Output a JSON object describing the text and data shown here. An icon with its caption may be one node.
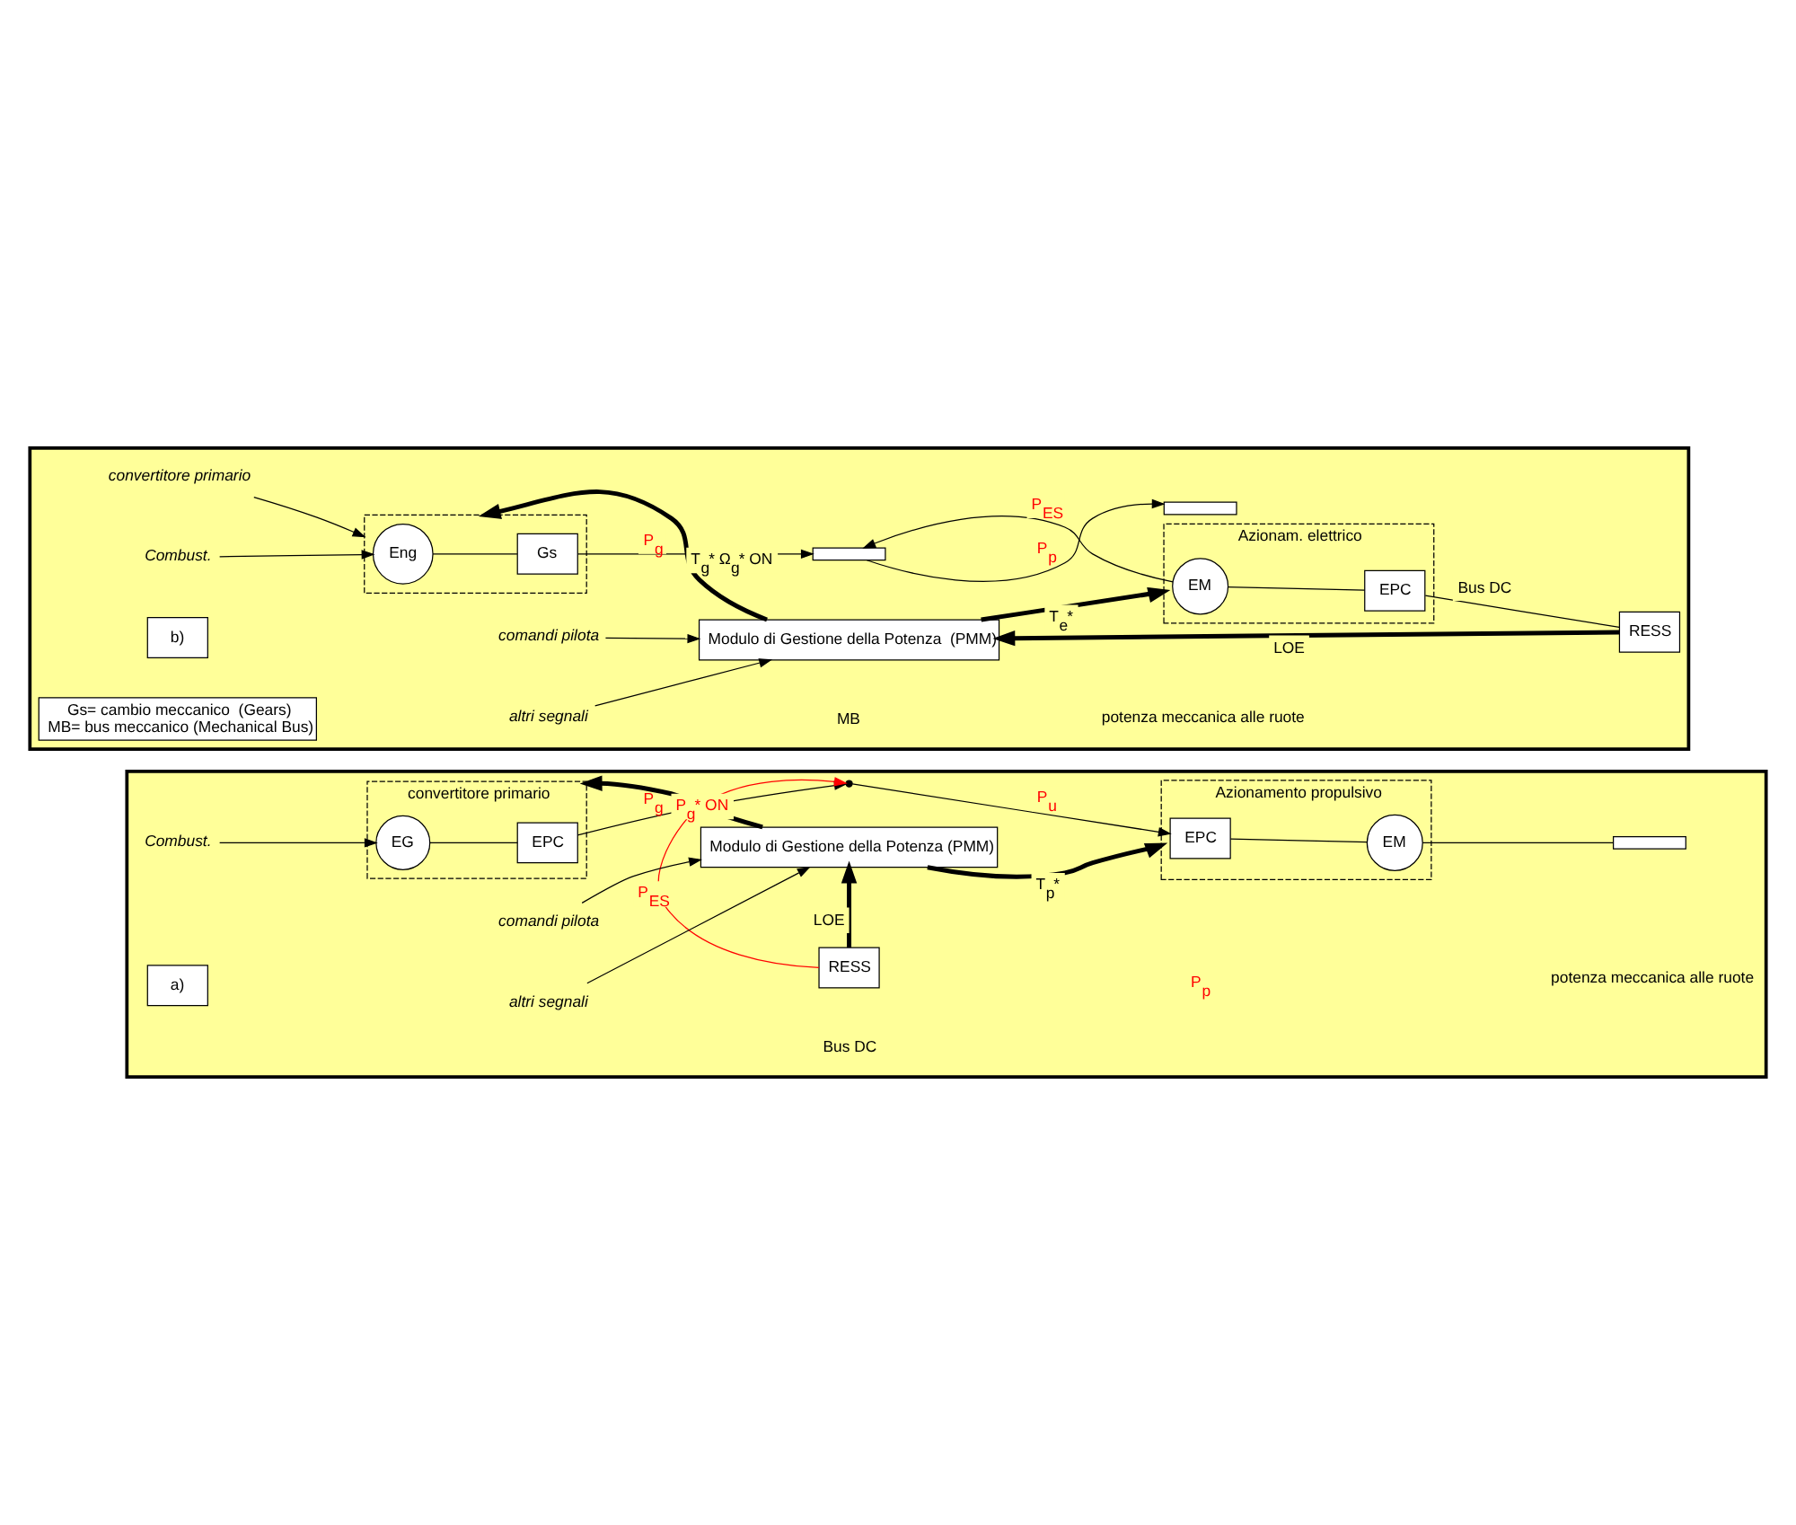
{
  "diagram": {
    "nodes": [
      {
        "text": [],
        "shape": "box"
      },
      {
        "text": [
          "convertitore primario"
        ],
        "in": 0
      },
      {
        "text": [
          "EG"
        ],
        "in": 1
      },
      {
        "text": [
          "EPC"
        ],
        "in": 1
      },
      {
        "text": [
          "Combust."
        ],
        "in": 0
      },
      {
        "text": [],
        "shape": "point",
        "in": 0
      },
      {
        "text": [
          "RESS"
        ],
        "in": 0
      },
      {
        "text": [
          "Azionamento propulsivo"
        ],
        "in": 0
      },
      {
        "text": [
          "EPC"
        ],
        "in": 7
      },
      {
        "text": [
          "EM"
        ],
        "in": 7
      },
      {
        "text": [],
        "shape": "bar",
        "in": 0
      },
      {
        "text": [
          "Modulo di Gestione della Potenza (PMM)"
        ],
        "in": 0
      },
      {
        "text": [
          "comandi pilota"
        ],
        "in": 0
      },
      {
        "text": [
          "altri segnali"
        ],
        "in": 0
      },
      {
        "text": [
          "a)"
        ],
        "in": 0
      },
      {
        "text": [],
        "shape": "box"
      },
      {
        "text": [],
        "shape": "box",
        "in": 15
      },
      {
        "text": [
          "convertitore primario"
        ],
        "in": 15
      },
      {
        "text": [
          "Eng"
        ],
        "in": 16
      },
      {
        "text": [
          "Gs"
        ],
        "in": 16
      },
      {
        "text": [
          "Combust."
        ],
        "in": 15
      },
      {
        "text": [],
        "shape": "bar",
        "in": 15
      },
      {
        "text": [],
        "shape": "bar",
        "in": 15
      },
      {
        "text": [
          "Azionam. elettrico"
        ],
        "in": 15
      },
      {
        "text": [
          "EM"
        ],
        "in": 23
      },
      {
        "text": [
          "EPC"
        ],
        "in": 23
      },
      {
        "text": [
          "RESS"
        ],
        "in": 15
      },
      {
        "text": [
          "Modulo di Gestione della Potenza  (PMM)"
        ],
        "in": 15
      },
      {
        "text": [
          "comandi pilota"
        ],
        "in": 15
      },
      {
        "text": [
          "altri segnali"
        ],
        "in": 15
      },
      {
        "text": [
          "b)"
        ],
        "in": 15
      },
      {
        "text": [
          "Gs= cambio meccanico  (Gears)",
          "MB= bus meccanico (Mechanical Bus)"
        ],
        "in": 15
      }
    ],
    "edges": [
      {
        "from": 4,
        "to": 2,
        "arrow": "to"
      },
      {
        "from": 2,
        "to": 3,
        "arrow": "none"
      },
      {
        "from": 3,
        "to": 5,
        "arrow": "to",
        "label": "P$_{g}$"
      },
      {
        "from": 5,
        "to": 8,
        "arrow": "to",
        "label": "P$_{u}$"
      },
      {
        "from": 6,
        "to": 5,
        "arrow": "to",
        "label": "P$_{ES}$",
        "color": "#ff0000"
      },
      {
        "from": 8,
        "to": 9,
        "arrow": "none"
      },
      {
        "from": 9,
        "to": 10,
        "arrow": "none"
      },
      {
        "from": 11,
        "to": 1,
        "arrow": "to",
        "style": "thick",
        "label": "P$_{g}$* ON"
      },
      {
        "from": 6,
        "to": 11,
        "arrow": "to",
        "style": "thick",
        "label": "LOE"
      },
      {
        "from": 11,
        "to": 7,
        "arrow": "to",
        "style": "thick",
        "label": "T$_{p}$*"
      },
      {
        "from": 12,
        "to": 11,
        "arrow": "to"
      },
      {
        "from": 13,
        "to": 11,
        "arrow": "to"
      },
      {
        "from": 17,
        "to": 16,
        "arrow": "to"
      },
      {
        "from": 20,
        "to": 18,
        "arrow": "to"
      },
      {
        "from": 18,
        "to": 19,
        "arrow": "none"
      },
      {
        "from": 19,
        "to": 21,
        "arrow": "to",
        "label": "P$_{g}$"
      },
      {
        "from": 21,
        "to": 22,
        "arrow": "to",
        "label": "P$_{p}$"
      },
      {
        "from": 24,
        "to": 21,
        "arrow": "to",
        "label": "P$_{ES}$"
      },
      {
        "from": 24,
        "to": 25,
        "arrow": "none"
      },
      {
        "from": 25,
        "to": 26,
        "arrow": "none",
        "label": "Bus DC"
      },
      {
        "from": 27,
        "to": 16,
        "arrow": "to",
        "style": "thick",
        "label": "T$_{g}$* Ω$_{g}$* ON"
      },
      {
        "from": 27,
        "to": 23,
        "arrow": "to",
        "style": "thick",
        "label": "T$_{e}$*"
      },
      {
        "from": 26,
        "to": 27,
        "arrow": "to",
        "style": "thick",
        "label": "LOE"
      },
      {
        "from": 28,
        "to": 27,
        "arrow": "to"
      },
      {
        "from": 29,
        "to": 27,
        "arrow": "to"
      }
    ],
    "labels": [
      "Bus DC",
      "P$_{p}$",
      "potenza meccanica alle ruote",
      "potenza meccanica alle ruote",
      "MB"
    ]
  }
}
